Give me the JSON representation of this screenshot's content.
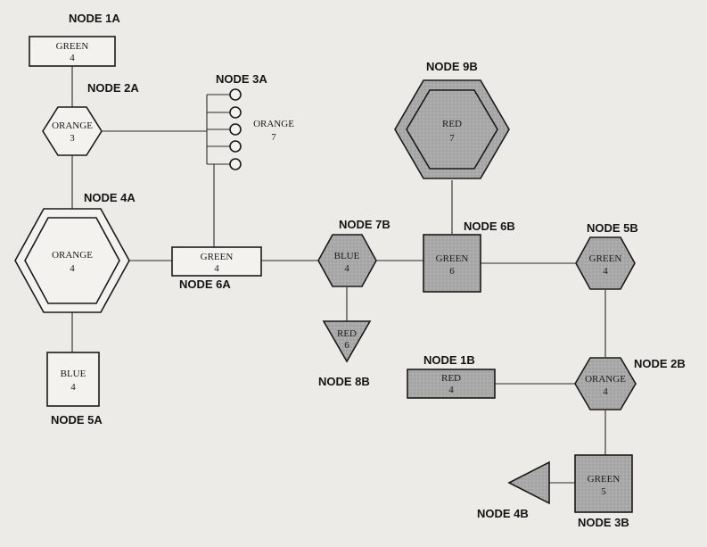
{
  "diagram": {
    "colors": {
      "background": "#ecebe7",
      "unfilled": "#f3f2ee",
      "filled": "#a9a9a9",
      "stroke": "#1a1a1a"
    },
    "nodes": {
      "n1a": {
        "label": "NODE 1A",
        "color": "GREEN",
        "value": "4"
      },
      "n2a": {
        "label": "NODE 2A",
        "color": "ORANGE",
        "value": "3"
      },
      "n3a": {
        "label": "NODE 3A",
        "color": "ORANGE",
        "value": "7"
      },
      "n4a": {
        "label": "NODE 4A",
        "color": "ORANGE",
        "value": "4"
      },
      "n5a": {
        "label": "NODE 5A",
        "color": "BLUE",
        "value": "4"
      },
      "n6a": {
        "label": "NODE 6A",
        "color": "GREEN",
        "value": "4"
      },
      "n7b": {
        "label": "NODE 7B",
        "color": "BLUE",
        "value": "4"
      },
      "n8b": {
        "label": "NODE 8B",
        "color": "RED",
        "value": "6"
      },
      "n9b": {
        "label": "NODE 9B",
        "color": "RED",
        "value": "7"
      },
      "n6b": {
        "label": "NODE 6B",
        "color": "GREEN",
        "value": "6"
      },
      "n5b": {
        "label": "NODE 5B",
        "color": "GREEN",
        "value": "4"
      },
      "n1b": {
        "label": "NODE 1B",
        "color": "RED",
        "value": "4"
      },
      "n2b": {
        "label": "NODE 2B",
        "color": "ORANGE",
        "value": "4"
      },
      "n3b": {
        "label": "NODE 3B",
        "color": "GREEN",
        "value": "5"
      },
      "n4b": {
        "label": "NODE 4B"
      }
    }
  }
}
